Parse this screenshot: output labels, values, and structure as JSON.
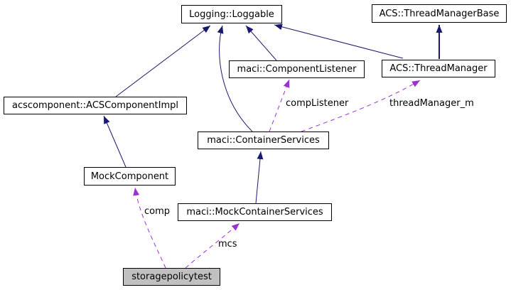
{
  "diagram": {
    "kind": "collaboration-graph",
    "current_node": "storagepolicytest",
    "colors": {
      "inheritance_edge": "#191970",
      "usage_edge": "#9a32cd",
      "node_border": "#000000",
      "node_fill": "#ffffff",
      "current_node_fill": "#c0c0c0",
      "background": "#ffffff",
      "text": "#000000"
    },
    "nodes": [
      {
        "id": "loggable",
        "label": "Logging::Loggable"
      },
      {
        "id": "threadmanagerbase",
        "label": "ACS::ThreadManagerBase"
      },
      {
        "id": "componentlistener",
        "label": "maci::ComponentListener"
      },
      {
        "id": "threadmanager",
        "label": "ACS::ThreadManager"
      },
      {
        "id": "acscomponentimpl",
        "label": "acscomponent::ACSComponentImpl"
      },
      {
        "id": "containerservices",
        "label": "maci::ContainerServices"
      },
      {
        "id": "mockcomponent",
        "label": "MockComponent"
      },
      {
        "id": "mockcontainerservices",
        "label": "maci::MockContainerServices"
      },
      {
        "id": "storagepolicytest",
        "label": "storagepolicytest"
      }
    ],
    "edges": [
      {
        "from": "acscomponent::ACSComponentImpl",
        "to": "Logging::Loggable",
        "type": "inheritance",
        "label": ""
      },
      {
        "from": "maci::ContainerServices",
        "to": "Logging::Loggable",
        "type": "inheritance",
        "label": ""
      },
      {
        "from": "maci::ComponentListener",
        "to": "Logging::Loggable",
        "type": "inheritance",
        "label": ""
      },
      {
        "from": "ACS::ThreadManager",
        "to": "Logging::Loggable",
        "type": "inheritance",
        "label": ""
      },
      {
        "from": "ACS::ThreadManager",
        "to": "ACS::ThreadManagerBase",
        "type": "inheritance",
        "label": ""
      },
      {
        "from": "MockComponent",
        "to": "acscomponent::ACSComponentImpl",
        "type": "inheritance",
        "label": ""
      },
      {
        "from": "maci::MockContainerServices",
        "to": "maci::ContainerServices",
        "type": "inheritance",
        "label": ""
      },
      {
        "from": "maci::ContainerServices",
        "to": "maci::ComponentListener",
        "type": "usage",
        "label": "compListener"
      },
      {
        "from": "maci::ContainerServices",
        "to": "ACS::ThreadManager",
        "type": "usage",
        "label": "threadManager_m"
      },
      {
        "from": "storagepolicytest",
        "to": "MockComponent",
        "type": "usage",
        "label": "comp"
      },
      {
        "from": "storagepolicytest",
        "to": "maci::MockContainerServices",
        "type": "usage",
        "label": "mcs"
      }
    ]
  }
}
